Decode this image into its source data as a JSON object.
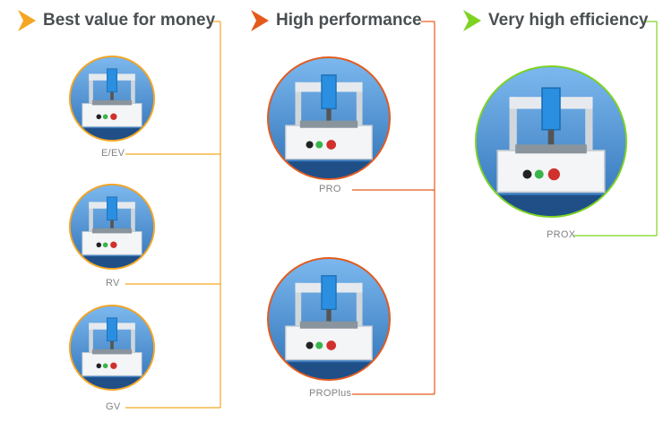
{
  "columns": [
    {
      "title": "Best value for money",
      "color": "#f5a623",
      "products": [
        "E/EV",
        "RV",
        "GV"
      ]
    },
    {
      "title": "High performance",
      "color": "#e55a1b",
      "products": [
        "PRO",
        "PROPlus"
      ]
    },
    {
      "title": "Very high efficiency",
      "color": "#7ed321",
      "products": [
        "PROX"
      ]
    }
  ],
  "icons": {
    "header_arrow": "chevron-arrow-icon",
    "product_photo": "dispensing-robot-illustration"
  }
}
